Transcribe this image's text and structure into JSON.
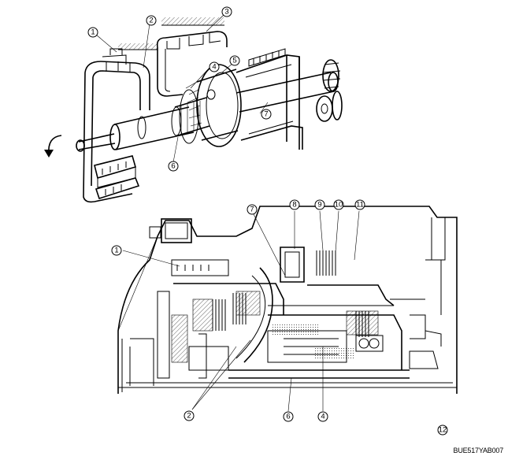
{
  "figure_code": "BUE517YAB007",
  "top_callouts": [
    "1",
    "2",
    "3",
    "4",
    "5",
    "6",
    "7"
  ],
  "bottom_callouts": [
    "1",
    "2",
    "4",
    "6",
    "7",
    "8",
    "9",
    "10",
    "11",
    "12"
  ],
  "rotation_icon": "curved-arrow-icon"
}
